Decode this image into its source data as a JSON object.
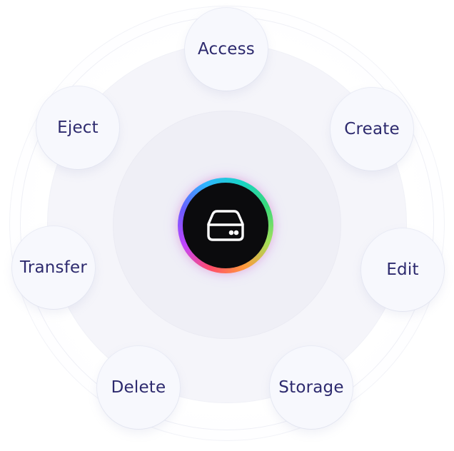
{
  "diagram": {
    "center_icon": "storage-drive-icon",
    "nodes": [
      {
        "id": "access",
        "label": "Access"
      },
      {
        "id": "create",
        "label": "Create"
      },
      {
        "id": "edit",
        "label": "Edit"
      },
      {
        "id": "storage",
        "label": "Storage"
      },
      {
        "id": "delete",
        "label": "Delete"
      },
      {
        "id": "transfer",
        "label": "Transfer"
      },
      {
        "id": "eject",
        "label": "Eject"
      }
    ],
    "colors": {
      "label_text": "#2d2a6e",
      "center_fill": "#0b0b0d",
      "node_fill": "#f7f8fd",
      "ring_fill": "#f5f5fa"
    }
  }
}
